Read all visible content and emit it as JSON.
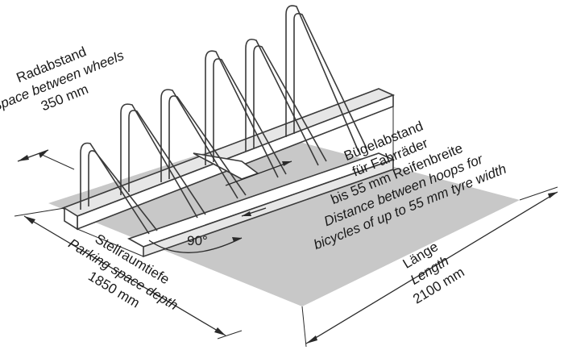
{
  "labels": {
    "wheel_spacing_de": "Radabstand",
    "wheel_spacing_en": "Space between wheels",
    "wheel_spacing_val": "350 mm",
    "hoop_de_1": "Bügelabstand",
    "hoop_de_2": "für Fahrräder",
    "hoop_de_3": "bis 55 mm Reifenbreite",
    "hoop_en_1": "Distance between hoops for",
    "hoop_en_2": "bicycles of up to 55 mm tyre width",
    "angle": "90°",
    "depth_de": "Stellraumtiefe",
    "depth_en": "Parking space depth",
    "depth_val": "1850 mm",
    "length_de": "Länge",
    "length_en": "Length",
    "length_val": "2100 mm"
  },
  "colors": {
    "parking_area": "#c8c8c8",
    "outline": "#3a3a3a"
  }
}
